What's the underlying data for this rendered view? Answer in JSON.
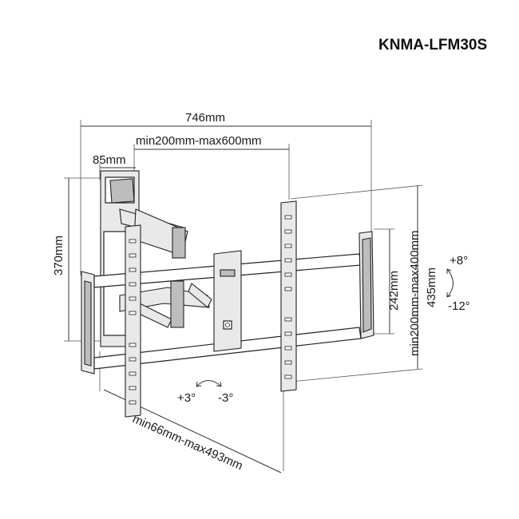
{
  "model": "KNMA-LFM30S",
  "dimensions": {
    "total_width": "746mm",
    "vesa_horizontal": "min200mm-max600mm",
    "wall_plate_depth": "85mm",
    "wall_plate_height": "370mm",
    "hole_spacing": "242mm",
    "vesa_vertical": "min200mm-max400mm",
    "bracket_height": "435mm",
    "extension": "min66mm-max493mm"
  },
  "tilt": {
    "up": "+8°",
    "down": "-12°"
  },
  "swivel": {
    "left": "+3°",
    "right": "-3°"
  }
}
